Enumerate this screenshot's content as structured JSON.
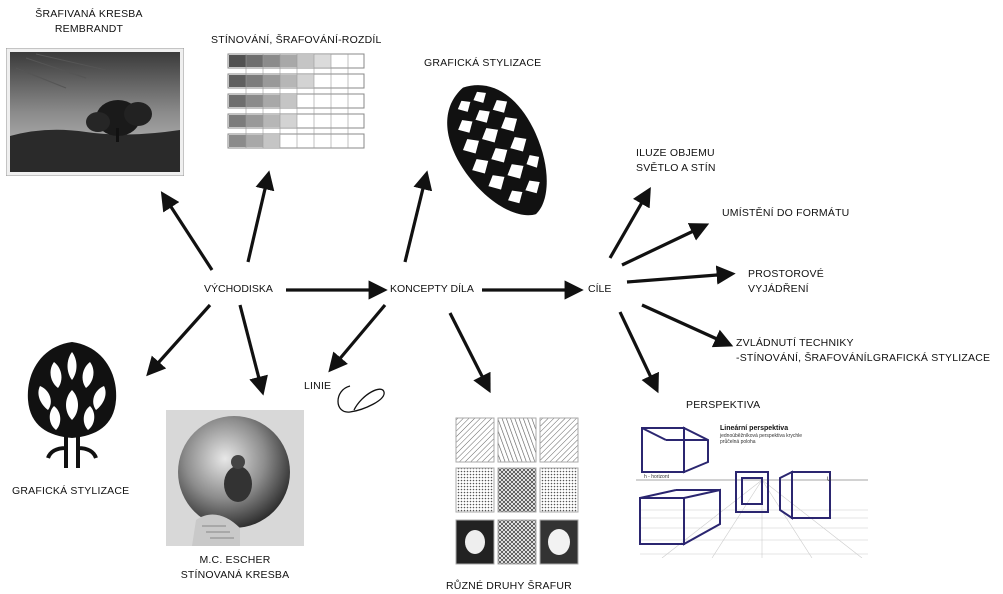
{
  "nodes": {
    "vychodiska": "VÝCHODISKA",
    "koncepty": "KONCEPTY DÍLA",
    "cile": "CÍLE"
  },
  "labels": {
    "rembrandt_line1": "ŠRAFIVANÁ KRESBA",
    "rembrandt_line2": "REMBRANDT",
    "stinovani": "STÍNOVÁNÍ, ŠRAFOVÁNÍ-ROZDÍL",
    "graficka_top": "GRAFICKÁ STYLIZACE",
    "iluze_line1": "ILUZE OBJEMU",
    "iluze_line2": "SVĚTLO A STÍN",
    "umisteni": "UMÍSTĚNÍ DO FORMÁTU",
    "prostorove_line1": "PROSTOROVÉ",
    "prostorove_line2": "VYJÁDŘENÍ",
    "zvladnuti_line1": "ZVLÁDNUTÍ TECHNIKY",
    "zvladnuti_line2": "-STÍNOVÁNÍ, ŠRAFOVÁNÍLGRAFICKÁ STYLIZACE",
    "perspektiva": "PERSPEKTIVA",
    "linie": "LINIE",
    "graficka_left": "GRAFICKÁ STYLIZACE",
    "escher_line1": "M.C. ESCHER",
    "escher_line2": "STÍNOVANÁ KRESBA",
    "ruzne": "RŮZNÉ DRUHY ŠRAFUR"
  },
  "perspective_card": {
    "title": "Lineární perspektiva",
    "subtitle_line1": "jednoúběžníková perspektiva krychle",
    "subtitle_line2": "průčelná poloha",
    "horizon": "h - horizont",
    "vp": "U"
  }
}
